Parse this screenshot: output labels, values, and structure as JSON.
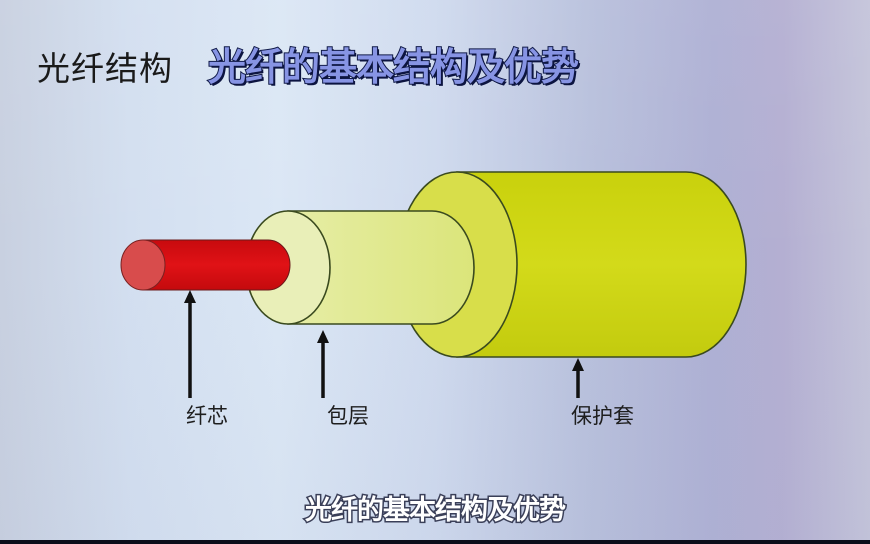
{
  "header": {
    "section_title": "光纤结构",
    "main_title": "光纤的基本结构及优势"
  },
  "diagram": {
    "layers": [
      {
        "name": "core",
        "label": "纤芯",
        "color": "#d90f12",
        "end_face_color": "#d94a4a"
      },
      {
        "name": "cladding",
        "label": "包层",
        "color": "#e3eb92",
        "end_face_color": "#e9efb2"
      },
      {
        "name": "jacket",
        "label": "保护套",
        "color": "#cfd612",
        "end_face_color": "#d7de45"
      }
    ]
  },
  "subtitle": "光纤的基本结构及优势",
  "colors": {
    "outline": "#3a4a2a",
    "arrow": "#111111",
    "title_fill": "#8794e4",
    "title_outline": "#101a48"
  }
}
